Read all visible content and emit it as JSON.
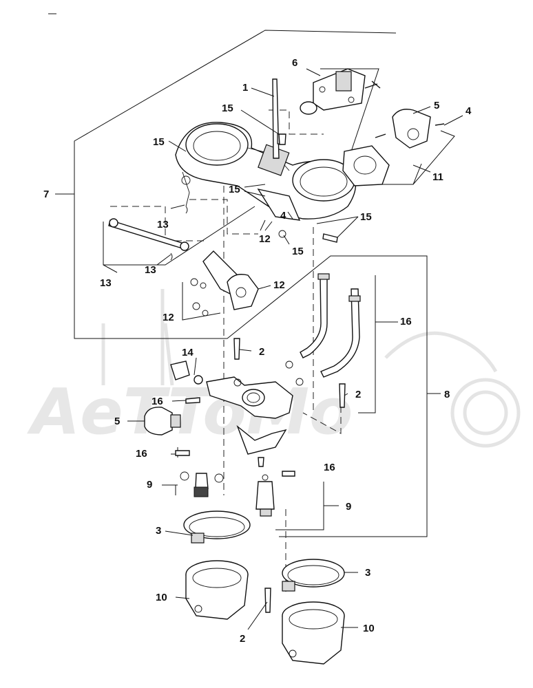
{
  "watermark": {
    "text": "AeTToMo"
  },
  "callouts": [
    {
      "id": "c1",
      "label": "1"
    },
    {
      "id": "c2a",
      "label": "2"
    },
    {
      "id": "c2b",
      "label": "2"
    },
    {
      "id": "c2c",
      "label": "2"
    },
    {
      "id": "c3a",
      "label": "3"
    },
    {
      "id": "c3b",
      "label": "3"
    },
    {
      "id": "c4a",
      "label": "4"
    },
    {
      "id": "c4b",
      "label": "4"
    },
    {
      "id": "c5a",
      "label": "5"
    },
    {
      "id": "c5b",
      "label": "5"
    },
    {
      "id": "c6",
      "label": "6"
    },
    {
      "id": "c7",
      "label": "7"
    },
    {
      "id": "c8",
      "label": "8"
    },
    {
      "id": "c9a",
      "label": "9"
    },
    {
      "id": "c9b",
      "label": "9"
    },
    {
      "id": "c10a",
      "label": "10"
    },
    {
      "id": "c10b",
      "label": "10"
    },
    {
      "id": "c11",
      "label": "11"
    },
    {
      "id": "c12a",
      "label": "12"
    },
    {
      "id": "c12b",
      "label": "12"
    },
    {
      "id": "c12c",
      "label": "12"
    },
    {
      "id": "c13a",
      "label": "13"
    },
    {
      "id": "c13b",
      "label": "13"
    },
    {
      "id": "c13c",
      "label": "13"
    },
    {
      "id": "c14",
      "label": "14"
    },
    {
      "id": "c15a",
      "label": "15"
    },
    {
      "id": "c15b",
      "label": "15"
    },
    {
      "id": "c15c",
      "label": "15"
    },
    {
      "id": "c15d",
      "label": "15"
    },
    {
      "id": "c15e",
      "label": "15"
    },
    {
      "id": "c16a",
      "label": "16"
    },
    {
      "id": "c16b",
      "label": "16"
    },
    {
      "id": "c16c",
      "label": "16"
    },
    {
      "id": "c16d",
      "label": "16"
    }
  ]
}
